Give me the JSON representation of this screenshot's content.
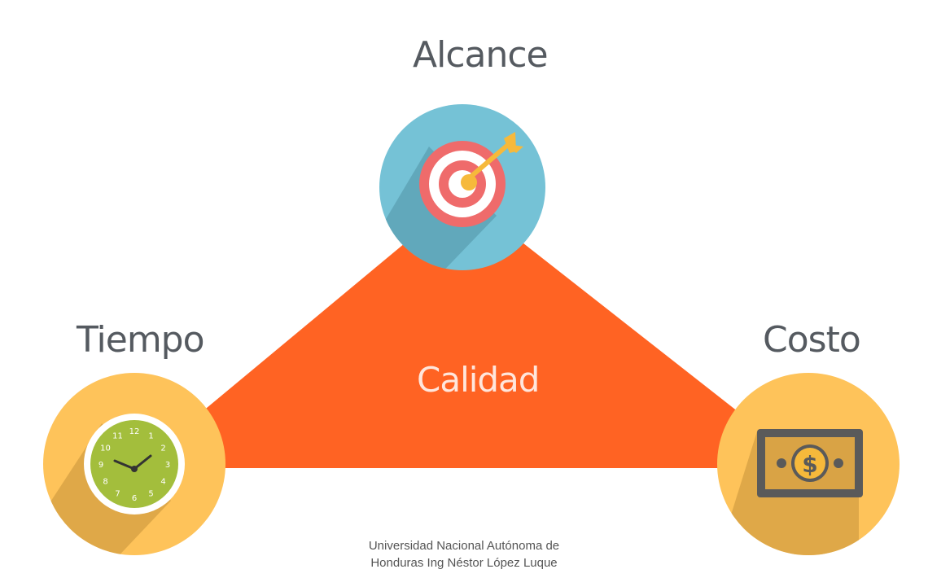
{
  "diagram": {
    "top_label": "Alcance",
    "left_label": "Tiempo",
    "right_label": "Costo",
    "center_label": "Calidad",
    "footer_line1": "Universidad Nacional Autónoma de",
    "footer_line2": "Honduras Ing Néstor López Luque"
  },
  "icons": {
    "top": "target-icon",
    "left": "clock-icon",
    "right": "money-bill-icon"
  },
  "clock_numbers": [
    "12",
    "1",
    "2",
    "3",
    "4",
    "5",
    "6",
    "7",
    "8",
    "9",
    "10",
    "11"
  ],
  "colors": {
    "triangle": "#ff6323",
    "top_circle": "#75c2d6",
    "side_circles": "#fec35a",
    "label_text": "#555a60"
  }
}
